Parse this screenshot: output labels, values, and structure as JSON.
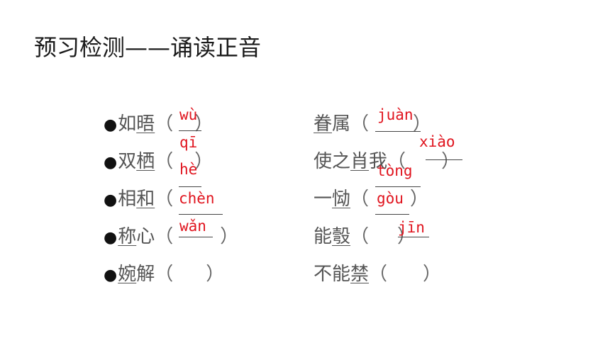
{
  "title": "预习检测——诵读正音",
  "left": [
    {
      "bullet": "●",
      "pre": "如",
      "u": "晤",
      "post": "",
      "open": "（",
      "close": "）"
    },
    {
      "bullet": "●",
      "pre": "双",
      "u": "栖",
      "post": "",
      "open": "（",
      "close": "）"
    },
    {
      "bullet": "●",
      "pre": "相",
      "u": "和",
      "post": "",
      "open": "（",
      "close": "）"
    },
    {
      "bullet": "●",
      "pre": "",
      "u": "称",
      "post": "心",
      "open": "（",
      "close": "）"
    },
    {
      "bullet": "●",
      "pre": "",
      "u": "婉",
      "post": "解",
      "open": "（",
      "close": "）"
    }
  ],
  "right": [
    {
      "pre": "",
      "u": "眷",
      "post": "属",
      "open": "（",
      "close": "）"
    },
    {
      "pre": "使之",
      "u": "肖",
      "post": "我",
      "open": "（",
      "close": "）"
    },
    {
      "pre": "一",
      "u": "恸",
      "post": "",
      "open": "（",
      "close": "）"
    },
    {
      "pre": "能",
      "u": "彀",
      "post": "",
      "open": "（",
      "close": "）"
    },
    {
      "pre": "不能",
      "u": "禁",
      "post": "",
      "open": "（",
      "close": "）"
    }
  ],
  "pinyin": {
    "wu": "wù",
    "qi": "qī",
    "he": "hè",
    "chen": "chèn",
    "wan": "wǎn",
    "juan": "juàn",
    "xiao": "xiào",
    "tong": "tòng",
    "gou": "gòu",
    "jin": "jīn"
  }
}
